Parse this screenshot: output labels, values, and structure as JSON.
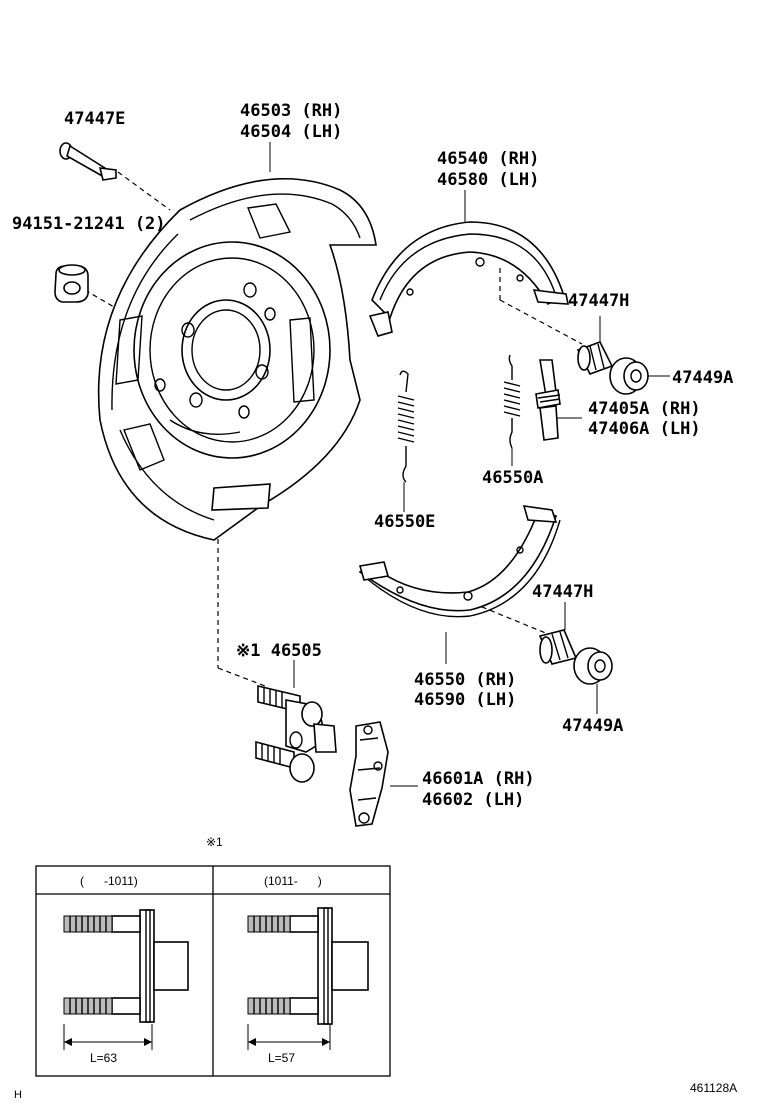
{
  "labels": {
    "p47447E": "47447E",
    "p46503": "46503 (RH)",
    "p46504": "46504 (LH)",
    "p94151": "94151-21241 (2)",
    "p46540": "46540 (RH)",
    "p46580": "46580 (LH)",
    "p47447H_top": "47447H",
    "p47449A_top": "47449A",
    "p47405A": "47405A (RH)",
    "p47406A": "47406A (LH)",
    "p46550A": "46550A",
    "p46550E": "46550E",
    "p47447H_bot": "47447H",
    "p46550": "46550 (RH)",
    "p46590": "46590 (LH)",
    "p47449A_bot": "47449A",
    "p46505": "※1 46505",
    "p46601A": "46601A (RH)",
    "p46602": "46602 (LH)"
  },
  "inset": {
    "note_mark": "※1",
    "col_left_header": "(      -1011)",
    "col_right_header": "(1011-      )",
    "left_length": "L=63",
    "right_length": "L=57"
  },
  "footer": {
    "corner_mark": "H",
    "diagram_id": "461128A"
  }
}
